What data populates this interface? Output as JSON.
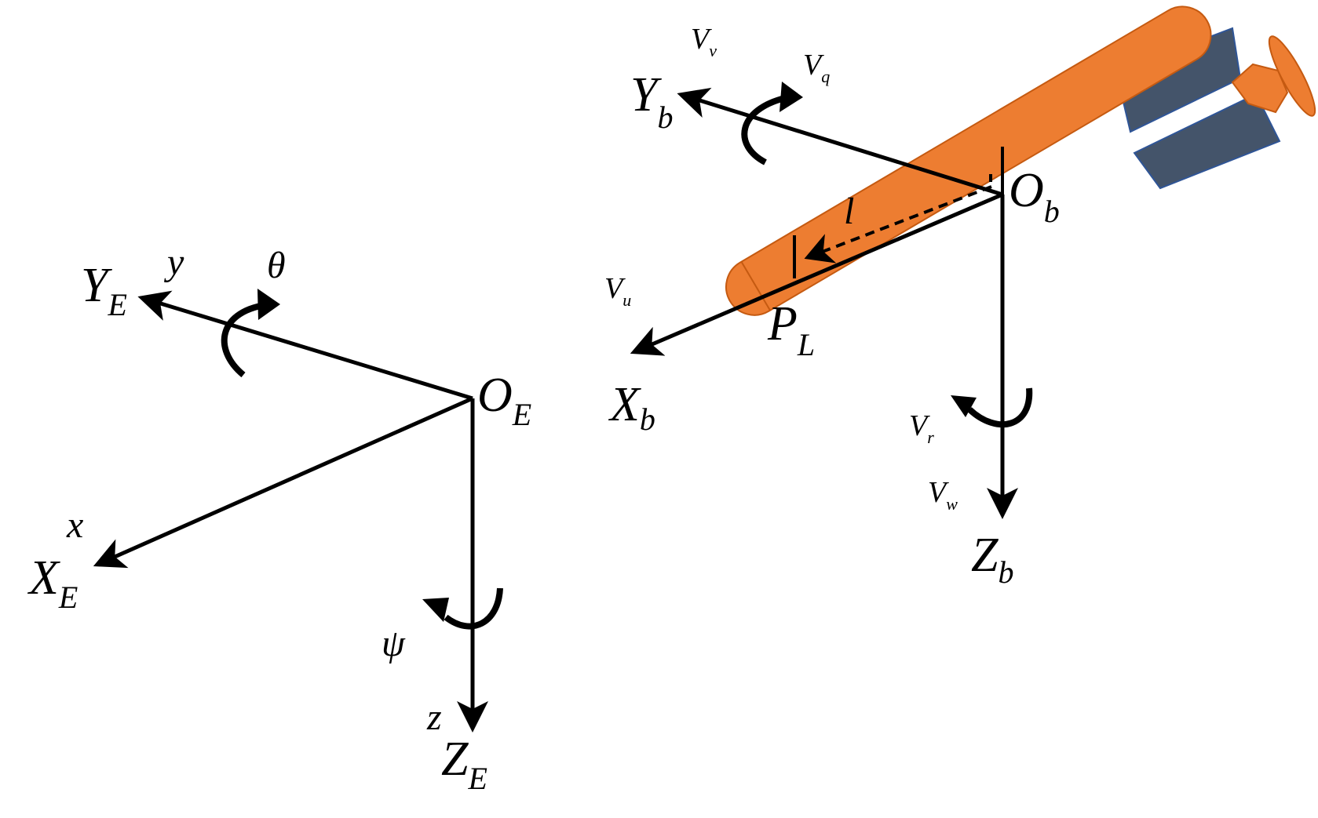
{
  "colors": {
    "line": "#000000",
    "body": "#ED7D31",
    "body_edge": "#C55A11",
    "fin": "#44546A",
    "fin_edge": "#2F5597",
    "background": "#FFFFFF"
  },
  "earth_frame": {
    "origin_main": "O",
    "origin_sub": "E",
    "x_axis_main": "X",
    "x_axis_sub": "E",
    "y_axis_main": "Y",
    "y_axis_sub": "E",
    "z_axis_main": "Z",
    "z_axis_sub": "E",
    "x_var": "x",
    "y_var": "y",
    "z_var": "z",
    "pitch_angle": "θ",
    "yaw_angle": "ψ"
  },
  "body_frame": {
    "origin_main": "O",
    "origin_sub": "b",
    "x_axis_main": "X",
    "x_axis_sub": "b",
    "y_axis_main": "Y",
    "y_axis_sub": "b",
    "z_axis_main": "Z",
    "z_axis_sub": "b",
    "length": "l",
    "point_main": "P",
    "point_sub": "L",
    "velocity": [
      {
        "main": "V",
        "sub": "u"
      },
      {
        "main": "V",
        "sub": "v"
      },
      {
        "main": "V",
        "sub": "w"
      },
      {
        "main": "V",
        "sub": "q"
      },
      {
        "main": "V",
        "sub": "r"
      }
    ]
  }
}
